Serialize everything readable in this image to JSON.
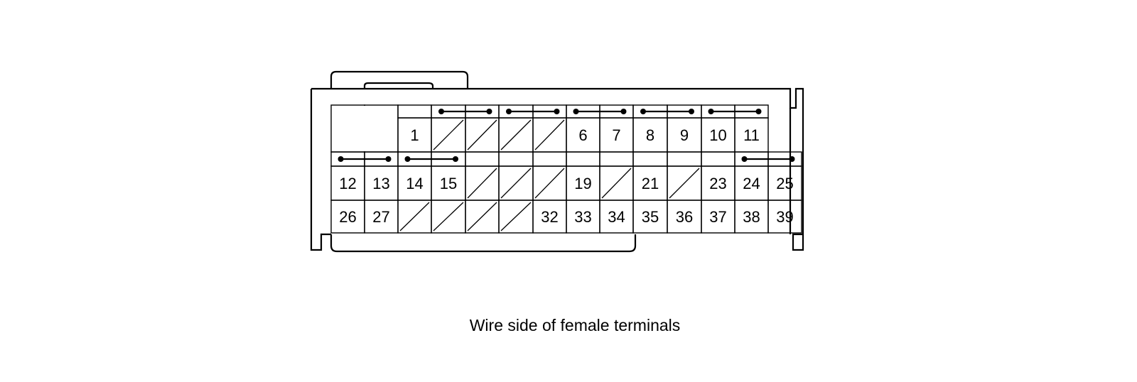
{
  "caption": "Wire side of female terminals",
  "colors": {
    "line": "#000000",
    "background": "#ffffff"
  },
  "rows": [
    {
      "id": "row-1",
      "cells": [
        {
          "type": "blank"
        },
        {
          "type": "blank"
        },
        {
          "type": "pin",
          "label": "1"
        },
        {
          "type": "empty"
        },
        {
          "type": "empty"
        },
        {
          "type": "empty"
        },
        {
          "type": "empty"
        },
        {
          "type": "pin",
          "label": "6"
        },
        {
          "type": "pin",
          "label": "7"
        },
        {
          "type": "pin",
          "label": "8"
        },
        {
          "type": "pin",
          "label": "9"
        },
        {
          "type": "pin",
          "label": "10"
        },
        {
          "type": "pin",
          "label": "11"
        }
      ]
    },
    {
      "id": "row-2",
      "cells": [
        {
          "type": "pin",
          "label": "12"
        },
        {
          "type": "pin",
          "label": "13"
        },
        {
          "type": "pin",
          "label": "14"
        },
        {
          "type": "pin",
          "label": "15"
        },
        {
          "type": "empty"
        },
        {
          "type": "empty"
        },
        {
          "type": "empty"
        },
        {
          "type": "pin",
          "label": "19"
        },
        {
          "type": "empty"
        },
        {
          "type": "pin",
          "label": "21"
        },
        {
          "type": "empty"
        },
        {
          "type": "pin",
          "label": "23"
        },
        {
          "type": "pin",
          "label": "24"
        },
        {
          "type": "pin",
          "label": "25"
        }
      ]
    },
    {
      "id": "row-3",
      "cells": [
        {
          "type": "pin",
          "label": "26"
        },
        {
          "type": "pin",
          "label": "27"
        },
        {
          "type": "empty"
        },
        {
          "type": "empty"
        },
        {
          "type": "empty"
        },
        {
          "type": "empty"
        },
        {
          "type": "pin",
          "label": "32"
        },
        {
          "type": "pin",
          "label": "33"
        },
        {
          "type": "pin",
          "label": "34"
        },
        {
          "type": "pin",
          "label": "35"
        },
        {
          "type": "pin",
          "label": "36"
        },
        {
          "type": "pin",
          "label": "37"
        },
        {
          "type": "pin",
          "label": "38"
        },
        {
          "type": "pin",
          "label": "39"
        }
      ]
    }
  ],
  "shorting_bars": [
    {
      "row": 1,
      "from_col": 3,
      "to_col": 4
    },
    {
      "row": 1,
      "from_col": 5,
      "to_col": 6
    },
    {
      "row": 1,
      "from_col": 7,
      "to_col": 8
    },
    {
      "row": 1,
      "from_col": 9,
      "to_col": 10
    },
    {
      "row": 1,
      "from_col": 11,
      "to_col": 12
    },
    {
      "row": 2,
      "from_col": 0,
      "to_col": 1
    },
    {
      "row": 2,
      "from_col": 2,
      "to_col": 3
    },
    {
      "row": 2,
      "from_col": 12,
      "to_col": 13
    }
  ]
}
